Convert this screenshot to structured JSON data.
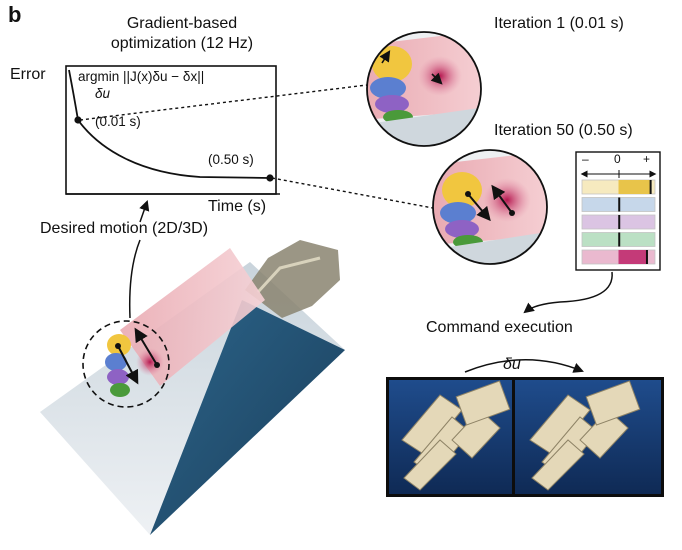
{
  "panel_label": "b",
  "optimization": {
    "title": "Gradient-based optimization (12 Hz)",
    "y_label": "Error",
    "x_label": "Time (s)",
    "formula_line1": "argmin ||J(x)δu − δx||",
    "formula_line2": "δu",
    "marker_1": "(0.01 s)",
    "marker_2": "(0.50 s)"
  },
  "desired_motion": "Desired motion (2D/3D)",
  "iteration_1": "Iteration 1 (0.01 s)",
  "iteration_50": "Iteration 50 (0.50 s)",
  "command": {
    "title": "Command execution",
    "delta": "δu"
  },
  "actuator_scale": {
    "minus": "–",
    "zero": "0",
    "plus": "+",
    "bars": [
      {
        "color": "#e8c44a",
        "level": 0.88
      },
      {
        "color": "#5e8ec4",
        "level": 0.02
      },
      {
        "color": "#9a5ab0",
        "level": 0.02
      },
      {
        "color": "#3ea85a",
        "level": 0.02
      },
      {
        "color": "#c43a78",
        "level": 0.78
      }
    ]
  },
  "colors": {
    "yellow": "#f1c63f",
    "blue": "#5b7fd0",
    "purple": "#8e62c4",
    "green": "#4a9a3a",
    "magenta": "#c2306a",
    "tendon_bg": "#1e4a6a"
  }
}
